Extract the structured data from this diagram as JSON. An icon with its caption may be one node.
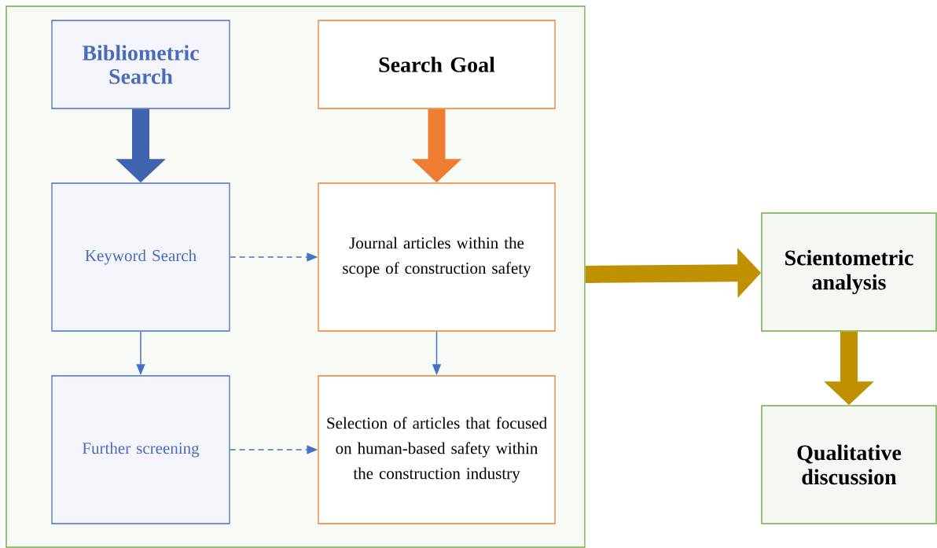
{
  "diagram": {
    "nodes": [
      {
        "text": [],
        "shape": "box"
      },
      {
        "text": [
          "Bibliometric Search"
        ],
        "in": 0
      },
      {
        "text": [
          "Search Goal"
        ],
        "in": 0
      },
      {
        "text": [
          "Keyword Search"
        ],
        "in": 0
      },
      {
        "text": [
          "Journal articles within the scope of construction safety"
        ],
        "in": 0
      },
      {
        "text": [
          "Further screening"
        ],
        "in": 0
      },
      {
        "text": [
          "Selection of articles that focused on human-based safety within the construction industry"
        ],
        "in": 0
      },
      {
        "text": [
          "Scientometric analysis"
        ]
      },
      {
        "text": [
          "Qualitative discussion"
        ]
      }
    ],
    "edges": [
      {
        "from": 1,
        "to": 3,
        "arrow": "to",
        "style": "thick",
        "color": "#3f63ad"
      },
      {
        "from": 2,
        "to": 4,
        "arrow": "to",
        "style": "thick",
        "color": "#ed7d31"
      },
      {
        "from": 3,
        "to": 4,
        "arrow": "to",
        "style": "dashed"
      },
      {
        "from": 3,
        "to": 5,
        "arrow": "to"
      },
      {
        "from": 4,
        "to": 6,
        "arrow": "to"
      },
      {
        "from": 5,
        "to": 6,
        "arrow": "to",
        "style": "dashed"
      },
      {
        "from": 0,
        "to": 7,
        "arrow": "to",
        "style": "thick",
        "color": "#bf9000"
      },
      {
        "from": 7,
        "to": 8,
        "arrow": "to",
        "style": "thick",
        "color": "#bf9000"
      }
    ]
  }
}
